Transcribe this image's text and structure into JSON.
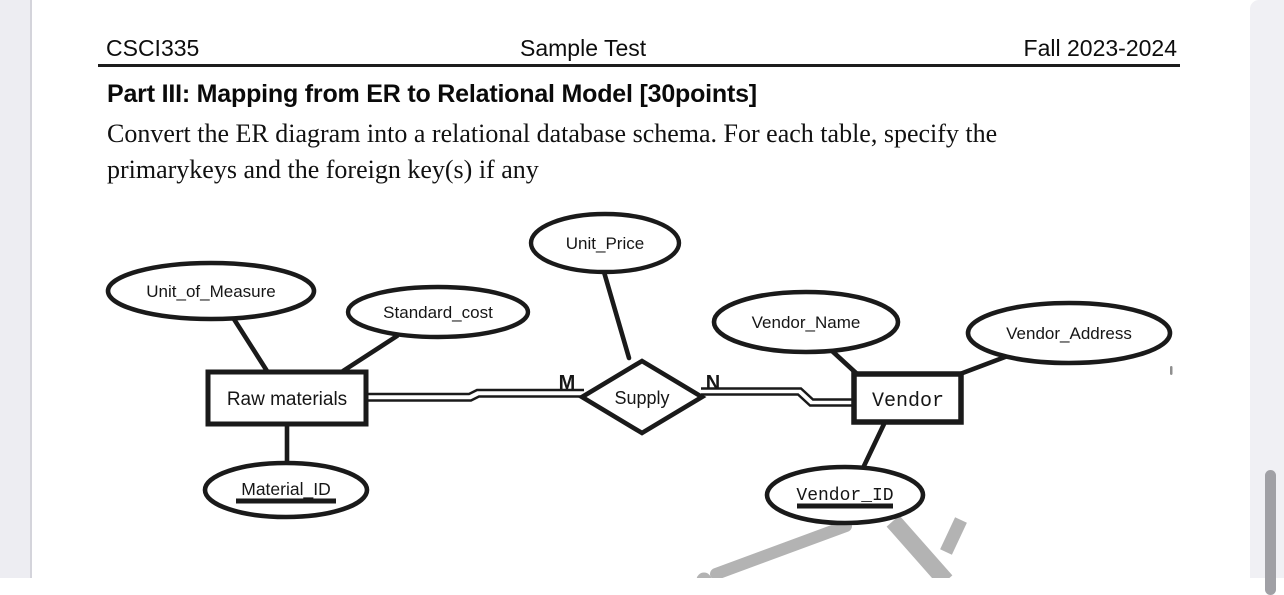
{
  "colors": {
    "ink": "#1a1a1a",
    "watermark_gray": "#b3b3b3",
    "scrollbar_thumb": "#a0a0a5",
    "gutter_left": "#ededf2",
    "gutter_right": "#f0f0f4"
  },
  "header": {
    "course_code": "CSCI335",
    "doc_title": "Sample Test",
    "term": "Fall 2023-2024"
  },
  "section": {
    "heading": "Part III: Mapping from ER to Relational Model [30points]",
    "instruction_line1": "Convert the ER diagram into a relational database schema. For each table, specify the",
    "instruction_line2": "primarykeys and the foreign key(s) if any"
  },
  "diagram": {
    "entities": [
      {
        "id": "raw-materials",
        "label": "Raw materials"
      },
      {
        "id": "vendor",
        "label": "Vendor"
      }
    ],
    "relationship": {
      "label": "Supply",
      "cardinality_left": "M",
      "cardinality_right": "N",
      "participation": "total (double lines) on both sides"
    },
    "attributes": [
      {
        "label": "Unit_of_Measure",
        "owner": "raw-materials",
        "primary_key": false
      },
      {
        "label": "Standard_cost",
        "owner": "raw-materials",
        "primary_key": false
      },
      {
        "label": "Unit_Price",
        "owner": "supply",
        "primary_key": false
      },
      {
        "label": "Vendor_Name",
        "owner": "vendor",
        "primary_key": false
      },
      {
        "label": "Vendor_Address",
        "owner": "vendor",
        "primary_key": false
      },
      {
        "label": "Material_ID",
        "owner": "raw-materials",
        "primary_key": true
      },
      {
        "label": "Vendor_ID",
        "owner": "vendor",
        "primary_key": true
      }
    ]
  }
}
